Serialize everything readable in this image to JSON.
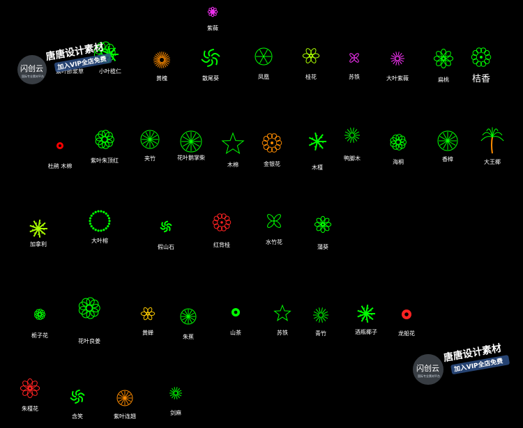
{
  "plants": [
    {
      "label": "紫薇",
      "icon": "flower-rosette",
      "color": "#ff33ff"
    },
    {
      "label": "紫叶酢浆草",
      "icon": "shrub-cluster",
      "color": "#00ff00"
    },
    {
      "label": "小叶榄仁",
      "icon": "palm-leaf",
      "color": "#00ff00"
    },
    {
      "label": "黄槐",
      "icon": "radial-sun",
      "color": "#ff8c00"
    },
    {
      "label": "散尾葵",
      "icon": "swirl-pinwheel",
      "color": "#00ff00"
    },
    {
      "label": "凤凰",
      "icon": "star-circle",
      "color": "#00ff00"
    },
    {
      "label": "桂花",
      "icon": "flower-petals",
      "color": "#aaff00"
    },
    {
      "label": "苏铁",
      "icon": "tri-leaf",
      "color": "#ff33ff"
    },
    {
      "label": "大叶紫薇",
      "icon": "star-burst",
      "color": "#ff33ff"
    },
    {
      "label": "扁桃",
      "icon": "flower-rosette",
      "color": "#00ff00"
    },
    {
      "label": "桔香",
      "icon": "scallop-circle",
      "color": "#00ff00"
    },
    {
      "label": "杜鹃 木棉",
      "icon": "small-dot",
      "color": "#ff0000"
    },
    {
      "label": "紫叶朱顶红",
      "icon": "shrub-cluster",
      "color": "#00ff00"
    },
    {
      "label": "夹竹",
      "icon": "spoke-wheel",
      "color": "#00ff00"
    },
    {
      "label": "花叶鹅掌柴",
      "icon": "spoke-wheel",
      "color": "#00ff00"
    },
    {
      "label": "木棉",
      "icon": "star-5",
      "color": "#00ff00"
    },
    {
      "label": "金银花",
      "icon": "scallop-circle",
      "color": "#ff8c00"
    },
    {
      "label": "木槿",
      "icon": "palm-leaf",
      "color": "#00ff00"
    },
    {
      "label": "鸭脚木",
      "icon": "star-burst",
      "color": "#00ff00"
    },
    {
      "label": "海桐",
      "icon": "shrub-cluster",
      "color": "#00ff00"
    },
    {
      "label": "香樟",
      "icon": "spoke-wheel",
      "color": "#00ff00"
    },
    {
      "label": "大王椰",
      "icon": "coconut-palm",
      "color": "#00ff00"
    },
    {
      "label": "加拿利",
      "icon": "fan-palm",
      "color": "#aaff00"
    },
    {
      "label": "大叶榕",
      "icon": "dotted-ring",
      "color": "#00ff00"
    },
    {
      "label": "假山石",
      "icon": "swirl-pinwheel",
      "color": "#00ff00"
    },
    {
      "label": "红背桂",
      "icon": "scallop-circle",
      "color": "#ff2222"
    },
    {
      "label": "水竹花",
      "icon": "tri-leaf",
      "color": "#00ff00"
    },
    {
      "label": "蒲葵",
      "icon": "flower-rosette",
      "color": "#00ff00"
    },
    {
      "label": "栀子花",
      "icon": "shrub-cluster",
      "color": "#00ff00"
    },
    {
      "label": "花叶良姜",
      "icon": "shrub-cluster",
      "color": "#00ff00"
    },
    {
      "label": "黄蝉",
      "icon": "flower-petals",
      "color": "#ffcc00"
    },
    {
      "label": "朱蕉",
      "icon": "spoke-wheel",
      "color": "#00ff00"
    },
    {
      "label": "山茶",
      "icon": "small-dot",
      "color": "#00ff00"
    },
    {
      "label": "苏铁",
      "icon": "star-5",
      "color": "#00ff00"
    },
    {
      "label": "青竹",
      "icon": "star-burst",
      "color": "#00ff00"
    },
    {
      "label": "酒瓶椰子",
      "icon": "fan-palm",
      "color": "#00ff00"
    },
    {
      "label": "龙船花",
      "icon": "small-dot",
      "color": "#ff2222"
    },
    {
      "label": "朱槿花",
      "icon": "flower-rosette",
      "color": "#ff2222"
    },
    {
      "label": "含笑",
      "icon": "swirl-pinwheel",
      "color": "#00ff00"
    },
    {
      "label": "紫叶连翘",
      "icon": "spoke-wheel",
      "color": "#ff8c00"
    },
    {
      "label": "剑麻",
      "icon": "star-burst",
      "color": "#00ff00"
    }
  ],
  "watermark": {
    "title": "唐唐设计素材",
    "badge": "加入VIP全店免费",
    "logo": "闪创云",
    "logo_small": "国际专业素材平台"
  }
}
